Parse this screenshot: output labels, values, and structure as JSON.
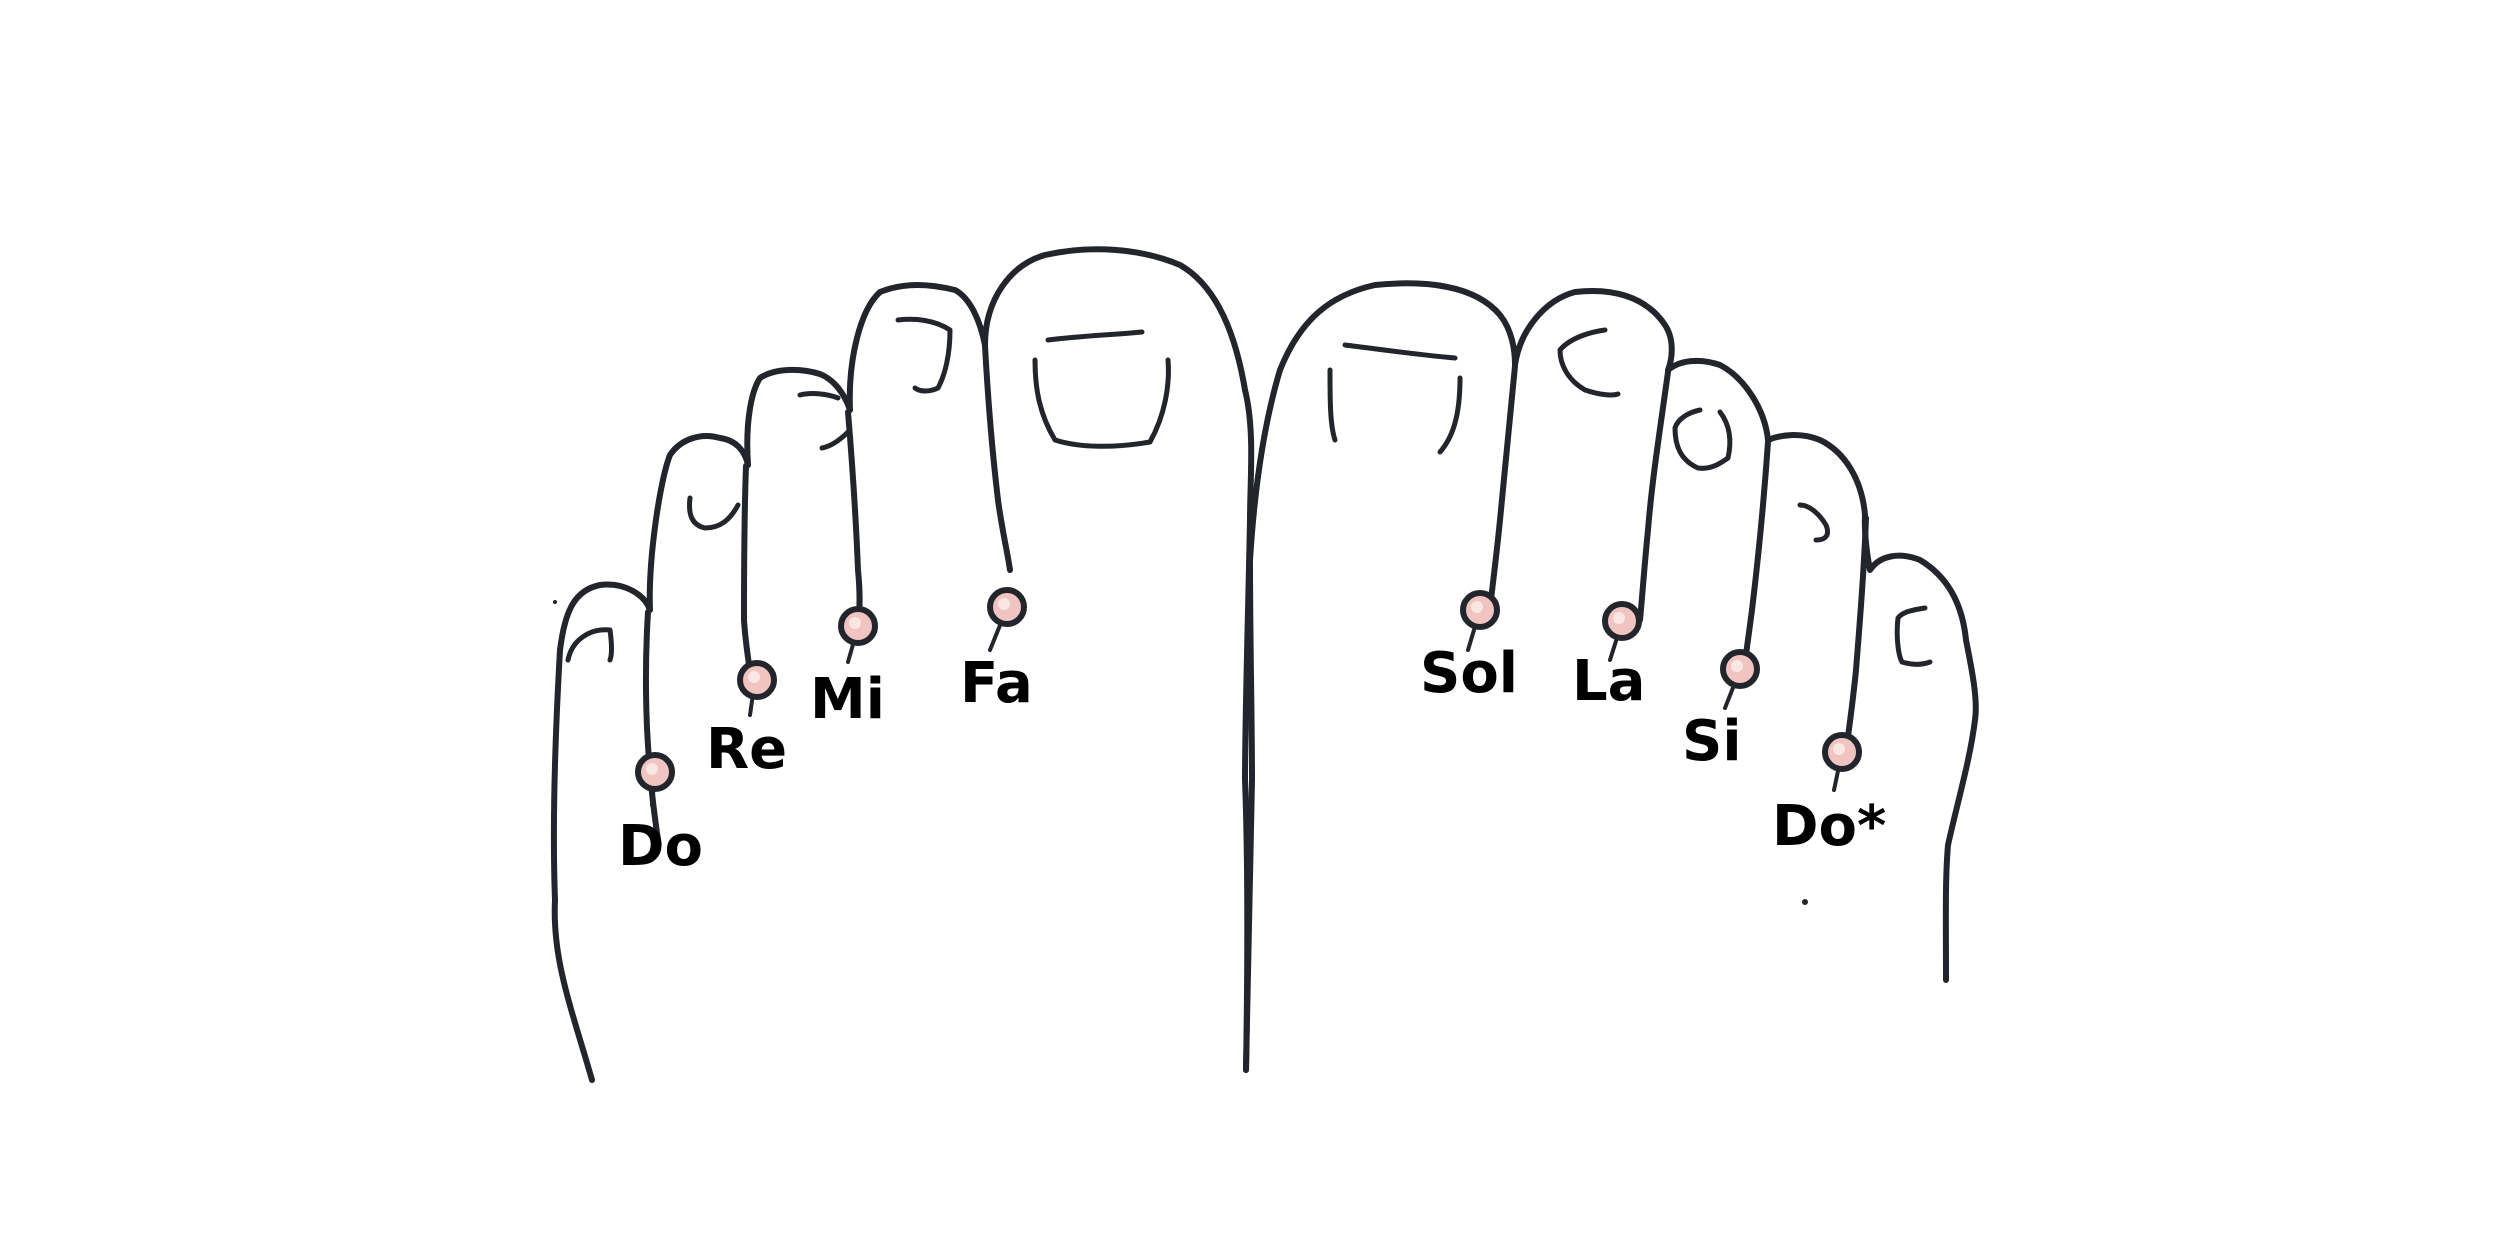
{
  "colors": {
    "outline": "#22252b",
    "dot_fill": "#f0c4c0",
    "dot_highlight": "#fbe6e3",
    "label": "#000000",
    "background": "#ffffff"
  },
  "notes": [
    {
      "id": "do",
      "label": "Do"
    },
    {
      "id": "re",
      "label": "Re"
    },
    {
      "id": "mi",
      "label": "Mi"
    },
    {
      "id": "fa",
      "label": "Fa"
    },
    {
      "id": "sol",
      "label": "Sol"
    },
    {
      "id": "la",
      "label": "La"
    },
    {
      "id": "si",
      "label": "Si"
    },
    {
      "id": "do-high",
      "label": "Do*"
    }
  ]
}
